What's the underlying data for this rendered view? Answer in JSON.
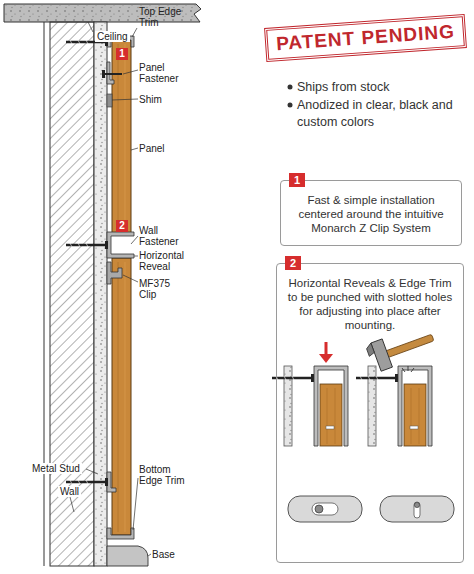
{
  "diagram": {
    "nodes": [
      {
        "text": [
          "PATENT PENDING"
        ]
      },
      {
        "text": [
          "1",
          "Fast & simple installation centered around the intuitive Monarch Z Clip System"
        ]
      },
      {
        "text": [
          "2",
          "Horizontal Reveals & Edge Trim to be punched with slotted holes for adjusting into place after mounting."
        ]
      }
    ],
    "labels": [
      "Ceiling",
      "Top Edge Trim",
      "1",
      "Panel Fastener",
      "Shim",
      "Panel",
      "2",
      "Wall Fastener",
      "Horizontal Reveal",
      "MF375 Clip",
      "Metal Stud",
      "Bottom Edge Trim",
      "Wall",
      "Base",
      "Ships from stock",
      "Anodized in clear, black and custom colors"
    ]
  }
}
